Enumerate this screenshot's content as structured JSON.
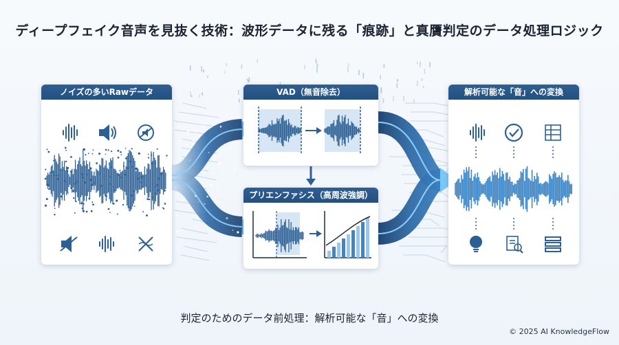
{
  "title": "ディープフェイク音声を見抜く技術：波形データに残る「痕跡」と真贋判定のデータ処理ロジック",
  "panels": {
    "raw": {
      "label": "ノイズの多いRawデータ"
    },
    "vad": {
      "label": "VAD（無音除去）"
    },
    "pre": {
      "label": "プリエンファシス（高周波強調）"
    },
    "out": {
      "label": "解析可能な「音」への変換"
    }
  },
  "icons": {
    "raw_top": [
      "waveform-icon",
      "speaker-icon",
      "mute-circle-icon"
    ],
    "raw_bottom": [
      "speaker-muted-icon",
      "waveform-icon",
      "cross-icon"
    ],
    "out_top": [
      "waveform-icon",
      "check-circle-icon",
      "table-icon"
    ],
    "out_bottom": [
      "lightbulb-icon",
      "document-search-icon",
      "list-icon"
    ]
  },
  "caption": "判定のためのデータ前処理：解析可能な「音」への変換",
  "copyright": "© 2025 AI KnowledgeFlow",
  "colors": {
    "header": "#2a5788",
    "wave": "#2c5f94",
    "wave_light": "#3d86c6",
    "accent": "#49a6e0",
    "highlight": "#d6e6f5"
  }
}
